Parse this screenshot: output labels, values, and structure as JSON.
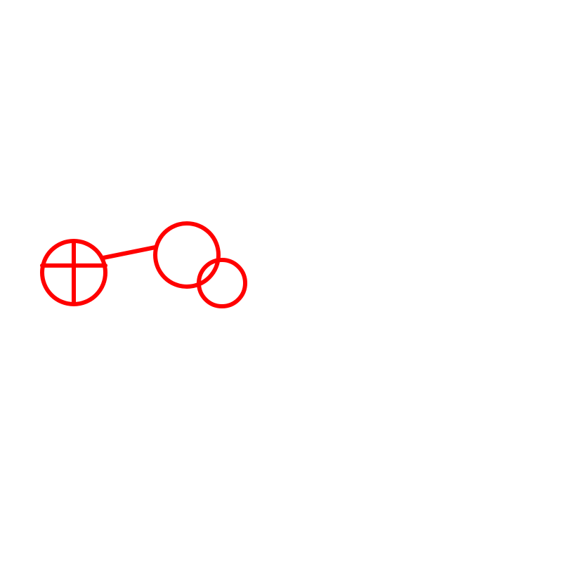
{
  "diagram": {
    "background": "#ffffff",
    "stroke_color": "#ff0000",
    "shapes": [
      {
        "kind": "circle-with-cross"
      },
      {
        "kind": "connector-line"
      },
      {
        "kind": "circle"
      },
      {
        "kind": "circle"
      }
    ]
  }
}
